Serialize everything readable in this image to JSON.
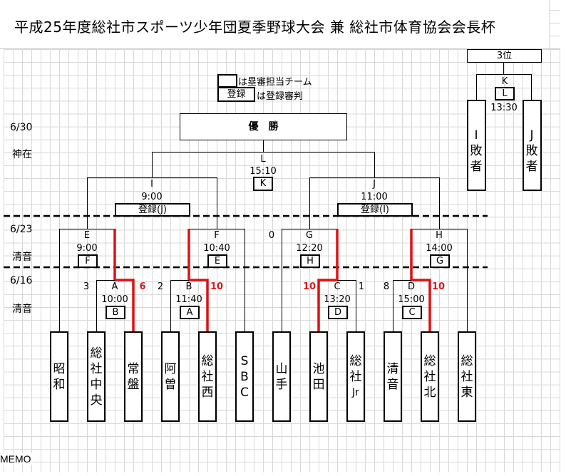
{
  "title": "平成25年度総社市スポーツ少年団夏季野球大会 兼 総社市体育協会会長杯",
  "legend": {
    "team_box_text": "は塁審担当チーム",
    "registered_box_label": "登録",
    "registered_text": "は登録審判"
  },
  "final": {
    "label": "優　勝",
    "match": "L",
    "time": "15:10",
    "umpire": "K"
  },
  "third_place": {
    "label": "3位",
    "match": "K",
    "umpire": "L",
    "time": "13:30",
    "left": "I敗者",
    "right": "J敗者",
    "left_chars": [
      "I",
      "敗",
      "者"
    ],
    "right_chars": [
      "J",
      "敗",
      "者"
    ]
  },
  "dates": [
    {
      "date": "6/30",
      "venue": "神在"
    },
    {
      "date": "6/23",
      "venue": "清音"
    },
    {
      "date": "6/16",
      "venue": "清音"
    }
  ],
  "semifinals": [
    {
      "match": "I",
      "time": "9:00",
      "umpire": "登録(J)"
    },
    {
      "match": "J",
      "time": "11:00",
      "umpire": "登録(I)"
    }
  ],
  "quarterfinals": [
    {
      "match": "E",
      "time": "9:00",
      "umpire": "F"
    },
    {
      "match": "F",
      "time": "10:40",
      "umpire": "E"
    },
    {
      "match": "G",
      "time": "12:20",
      "umpire": "H",
      "score_left": "0"
    },
    {
      "match": "H",
      "time": "14:00",
      "umpire": "G"
    }
  ],
  "first_round": [
    {
      "match": "A",
      "time": "10:00",
      "umpire": "B",
      "score_left": "3",
      "score_right": "6",
      "winner": "right"
    },
    {
      "match": "B",
      "time": "11:40",
      "umpire": "A",
      "score_left": "2",
      "score_right": "10",
      "winner": "right"
    },
    {
      "match": "C",
      "time": "13:20",
      "umpire": "D",
      "score_left": "10",
      "score_right": "1",
      "winner": "left"
    },
    {
      "match": "D",
      "time": "15:00",
      "umpire": "C",
      "score_left": "8",
      "score_right": "10",
      "winner": "right"
    }
  ],
  "teams": [
    {
      "name": "昭和",
      "chars": [
        "昭",
        "和"
      ]
    },
    {
      "name": "総社中央",
      "chars": [
        "総",
        "社",
        "中",
        "央"
      ]
    },
    {
      "name": "常盤",
      "chars": [
        "常",
        "盤"
      ]
    },
    {
      "name": "阿曽",
      "chars": [
        "阿",
        "曽"
      ]
    },
    {
      "name": "総社西",
      "chars": [
        "総",
        "社",
        "西"
      ]
    },
    {
      "name": "SBC",
      "chars": [
        "S",
        "B",
        "C"
      ]
    },
    {
      "name": "山手",
      "chars": [
        "山",
        "手"
      ]
    },
    {
      "name": "池田",
      "chars": [
        "池",
        "田"
      ]
    },
    {
      "name": "総社Jr",
      "chars": [
        "総",
        "社",
        "Jr"
      ]
    },
    {
      "name": "清音",
      "chars": [
        "清",
        "音"
      ]
    },
    {
      "name": "総社北",
      "chars": [
        "総",
        "社",
        "北"
      ]
    },
    {
      "name": "総社東",
      "chars": [
        "総",
        "社",
        "東"
      ]
    }
  ],
  "memo_label": "MEMO",
  "colors": {
    "winner_line": "#e01010",
    "grid": "#d8d8d8",
    "score_winner": "#d81b1b"
  }
}
